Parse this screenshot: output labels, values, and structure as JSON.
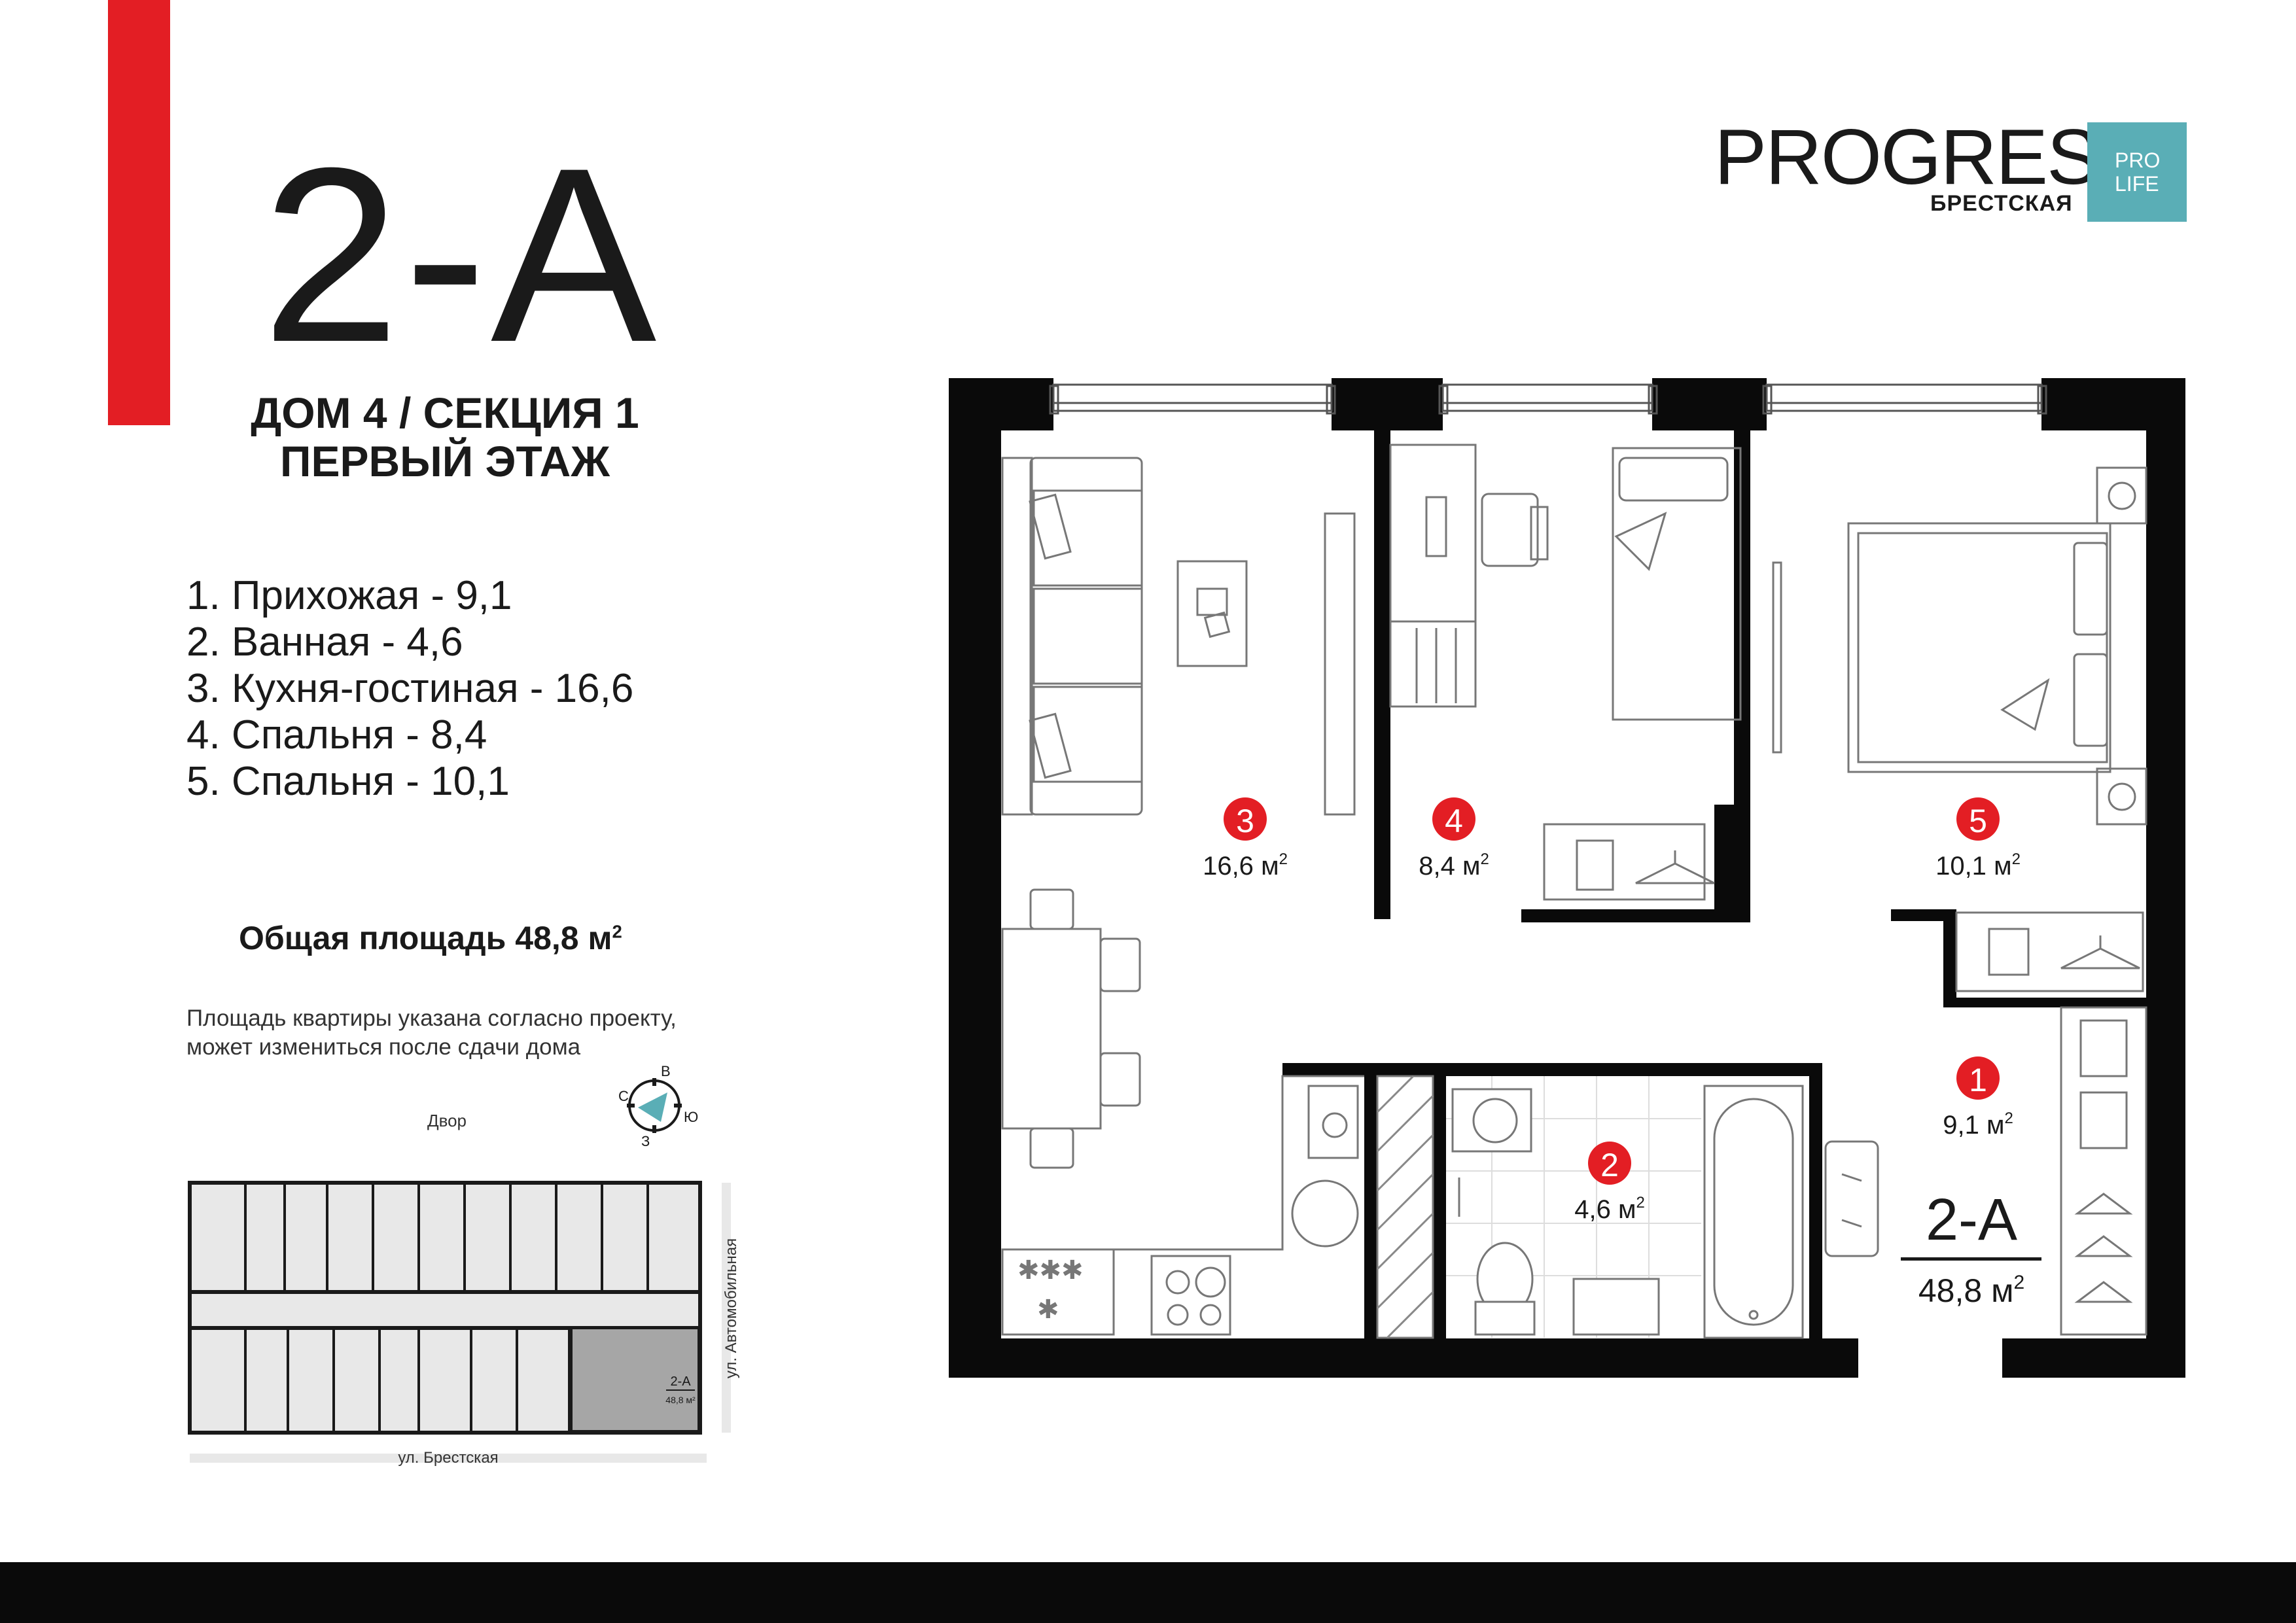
{
  "apartment": {
    "code": "2-А",
    "house_section": "ДОМ 4 / СЕКЦИЯ 1",
    "floor": "ПЕРВЫЙ ЭТАЖ"
  },
  "rooms": [
    {
      "number": "1",
      "text": "1. Прихожая - 9,1",
      "area": "9,1"
    },
    {
      "number": "2",
      "text": "2. Ванная - 4,6",
      "area": "4,6"
    },
    {
      "number": "3",
      "text": "3. Кухня-гостиная - 16,6",
      "area": "16,6"
    },
    {
      "number": "4",
      "text": "4. Спальня - 8,4",
      "area": "8,4"
    },
    {
      "number": "5",
      "text": "5. Спальня - 10,1",
      "area": "10,1"
    }
  ],
  "area_unit": "м",
  "area_unit_sup": "2",
  "total": {
    "label": "Общая площадь 48,8 м",
    "value": "48,8"
  },
  "note_lines": [
    "Площадь квартиры указана согласно проекту,",
    "может измениться после сдачи дома"
  ],
  "logo": {
    "main": "PROGRESS",
    "sub": "БРЕСТСКАЯ",
    "badge_top": "PRO",
    "badge_bottom": "LIFE"
  },
  "minimap": {
    "yard": "Двор",
    "street_bottom": "ул. Брестская",
    "street_right": "ул. Автомобильная",
    "apt_code": "2-А",
    "apt_area": "48,8 м²",
    "compass": {
      "n": "С",
      "e": "В",
      "s": "Ю",
      "w": "З"
    }
  },
  "colors": {
    "accent_red": "#e31e24",
    "logo_teal": "#5aaeb6",
    "wall": "#0a0a0a",
    "highlight_gray": "#a6a6a6"
  }
}
